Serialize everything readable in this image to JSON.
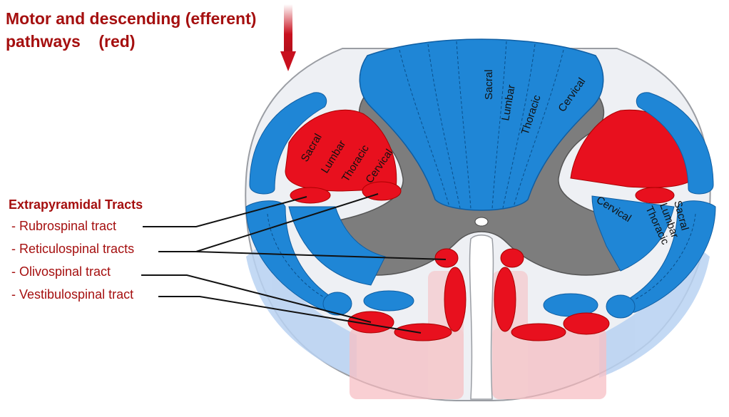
{
  "title": {
    "line1": "Motor and descending (efferent)",
    "line2": "pathways    (red)"
  },
  "legend": {
    "heading": "Extrapyramidal Tracts",
    "items": [
      "- Rubrospinal tract",
      "- Reticulospinal tracts",
      "- Olivospinal tract",
      "- Vestibulospinal tract"
    ]
  },
  "dorsal_column_labels": [
    "Sacral",
    "Lumbar",
    "Thoracic",
    "Cervical"
  ],
  "left_lateral_labels": [
    "Sacral",
    "Lumbar",
    "Thoracic",
    "Cervical"
  ],
  "right_lateral_labels": [
    "Cervical",
    "Thoracic",
    "Lumbar",
    "Sacral"
  ],
  "colors": {
    "motor_red": "#e8101e",
    "sensory_blue": "#1f86d6",
    "light_blue": "#a9c8ee",
    "gray_matter": "#7d7d7d",
    "title_red": "#a50f0f"
  }
}
